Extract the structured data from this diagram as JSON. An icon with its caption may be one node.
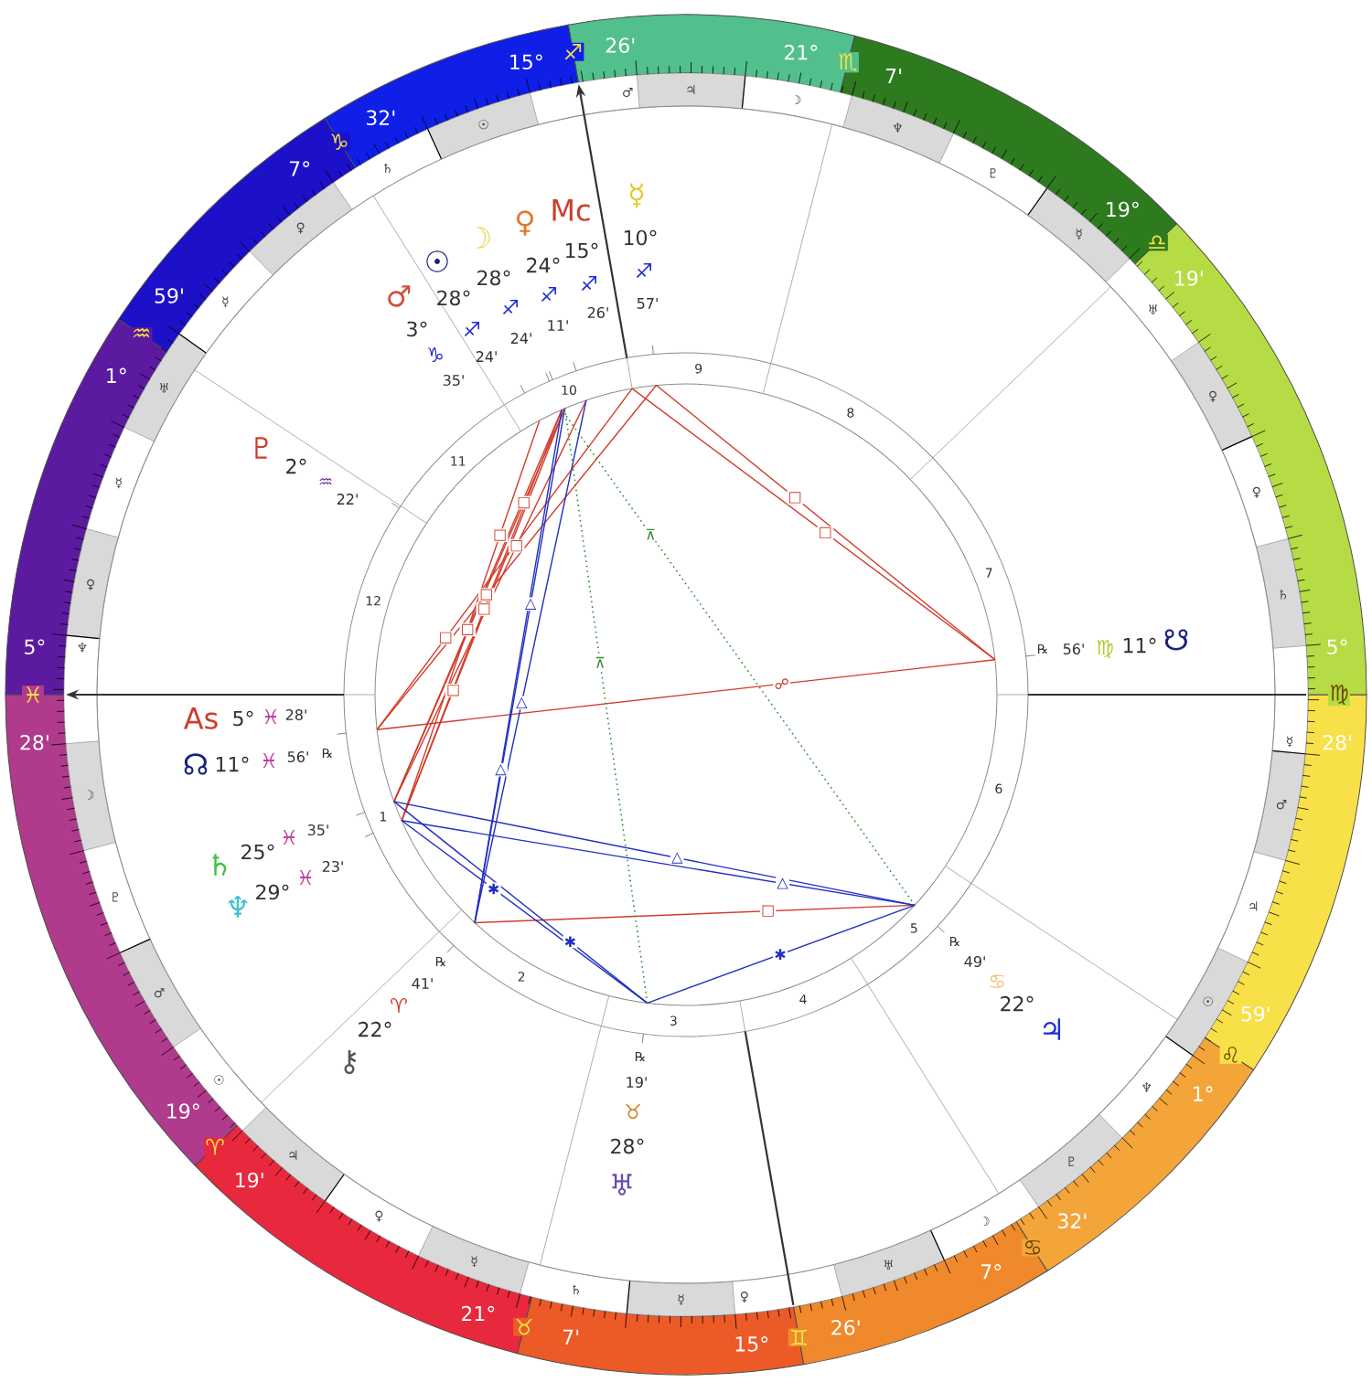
{
  "diagram": {
    "labels": [
      "5°",
      "♓",
      "28'",
      "19°",
      "♈",
      "19'",
      "21°",
      "♉",
      "7'",
      "15°",
      "♊",
      "26'",
      "7°",
      "♋",
      "32'",
      "1°",
      "♌",
      "59'",
      "5°",
      "♍",
      "28'",
      "19°",
      "♎",
      "19'",
      "21°",
      "♏",
      "7'",
      "15°",
      "♐",
      "26'",
      "7°",
      "♑",
      "32'",
      "1°",
      "♒",
      "59'",
      "♂",
      "☉",
      "♃",
      "♀",
      "☿",
      "♄",
      "☿",
      "♀",
      "♅",
      "☽",
      "♇",
      "♆",
      "☉",
      "♃",
      "♂",
      "☿",
      "♄",
      "♀",
      "♀",
      "♅",
      "☿",
      "♇",
      "♆",
      "☽",
      "♂",
      "♃",
      "☉",
      "♄",
      "♀",
      "☿",
      "♅",
      "☿",
      "♀",
      "♆",
      "☽",
      "♇",
      "1",
      "2",
      "3",
      "4",
      "5",
      "6",
      "7",
      "8",
      "9",
      "10",
      "11",
      "12",
      "☿",
      "10°",
      "♐",
      "57'",
      "Mc",
      "15°",
      "♐",
      "26'",
      "♀",
      "24°",
      "♐",
      "11'",
      "☽",
      "28°",
      "♐",
      "24'",
      "☉",
      "28°",
      "♐",
      "24'",
      "♂",
      "3°",
      "♑",
      "35'",
      "♇",
      "2°",
      "♒",
      "22'",
      "℞",
      "56'",
      "♍",
      "11°",
      "☋",
      "As",
      "5°",
      "♓",
      "28'",
      "☊",
      "11°",
      "♓",
      "56'",
      "℞",
      "♄",
      "25°",
      "♓",
      "35'",
      "♆",
      "29°",
      "♓",
      "23'",
      "℞",
      "49'",
      "♋",
      "22°",
      "♃",
      "℞",
      "41'",
      "♈",
      "22°",
      "⚷",
      "℞",
      "19'",
      "♉",
      "28°",
      "♅",
      "□",
      "□",
      "□",
      "□",
      "□",
      "□",
      "□",
      "□",
      "□",
      "□",
      "□",
      "☍",
      "△",
      "△",
      "△",
      "△",
      "△",
      "✱",
      "✱",
      "✱",
      "⊼",
      "⊼"
    ]
  }
}
